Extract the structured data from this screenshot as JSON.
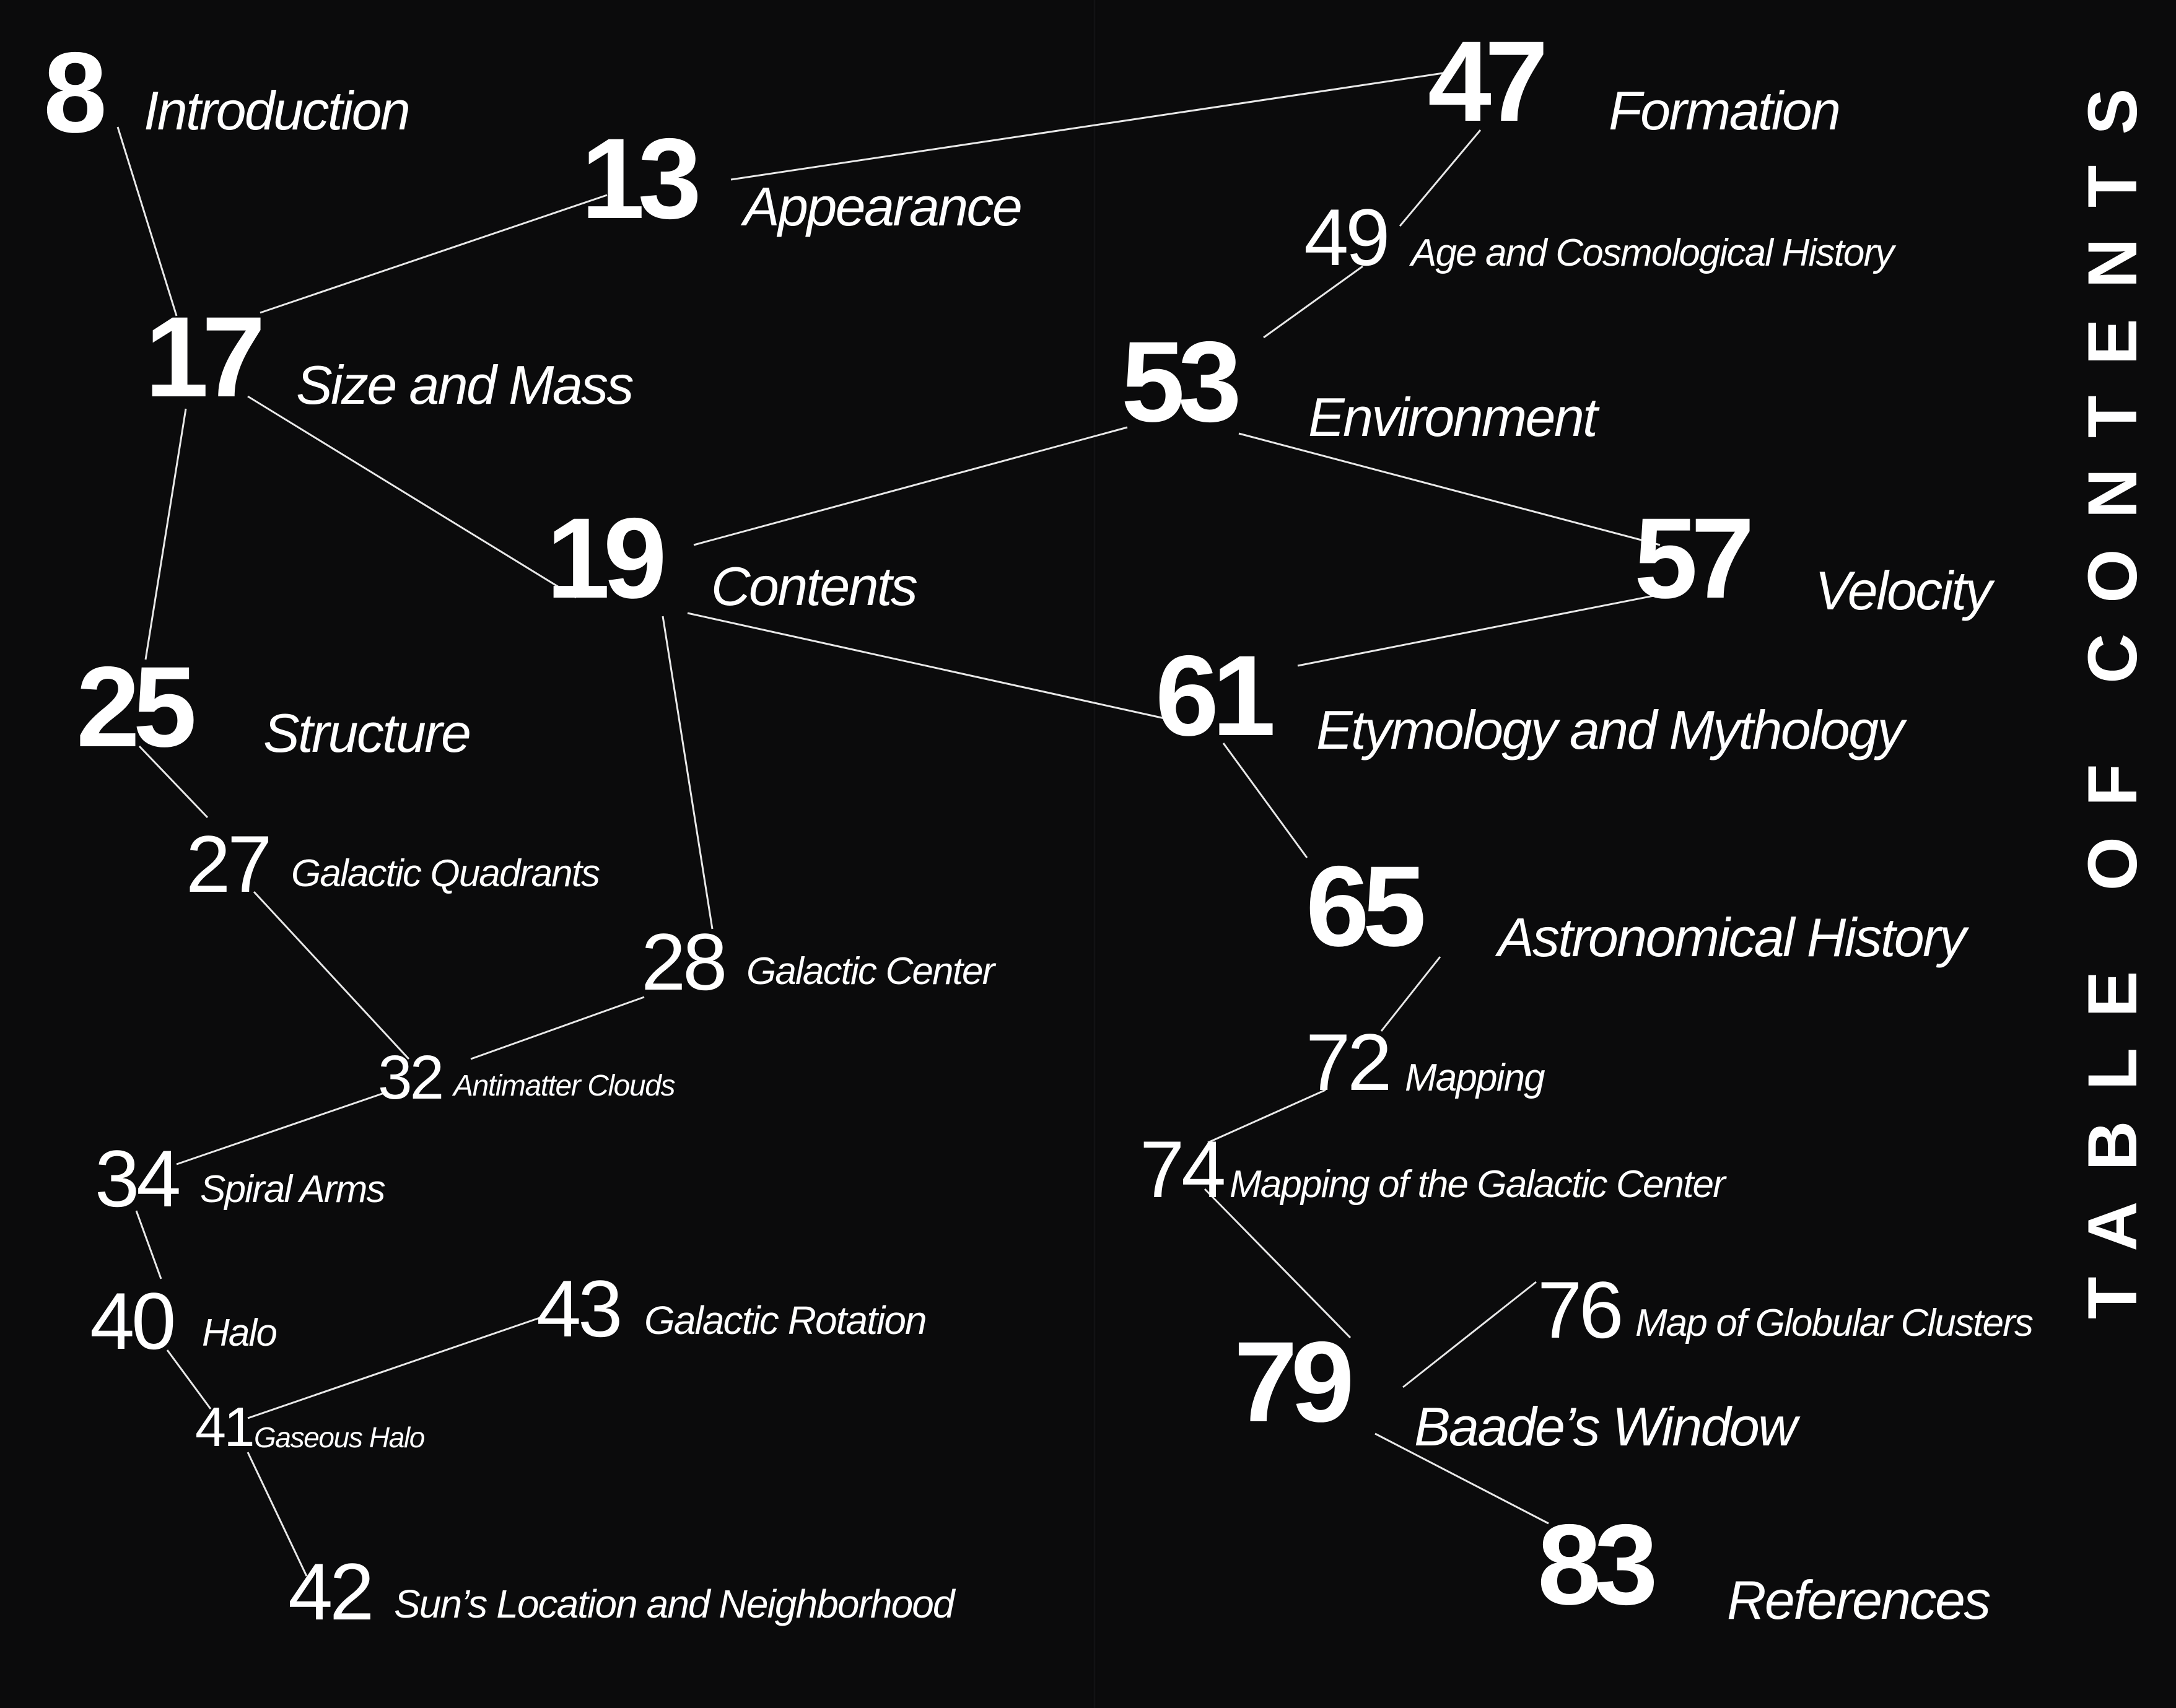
{
  "side_label": "TABLE OF CONTENTS",
  "line_color": "#e8e8e8",
  "background_color": "#0b0b0c",
  "entries": [
    {
      "id": "e8",
      "page": "8",
      "title": "Introduction"
    },
    {
      "id": "e13",
      "page": "13",
      "title": "Appearance"
    },
    {
      "id": "e17",
      "page": "17",
      "title": "Size and Mass"
    },
    {
      "id": "e19",
      "page": "19",
      "title": "Contents"
    },
    {
      "id": "e25",
      "page": "25",
      "title": "Structure"
    },
    {
      "id": "e27",
      "page": "27",
      "title": "Galactic Quadrants"
    },
    {
      "id": "e28",
      "page": "28",
      "title": "Galactic Center"
    },
    {
      "id": "e32",
      "page": "32",
      "title": "Antimatter Clouds"
    },
    {
      "id": "e34",
      "page": "34",
      "title": "Spiral Arms"
    },
    {
      "id": "e40",
      "page": "40",
      "title": "Halo"
    },
    {
      "id": "e41",
      "page": "41",
      "title": "Gaseous Halo"
    },
    {
      "id": "e42",
      "page": "42",
      "title": "Sun’s Location and Neighborhood"
    },
    {
      "id": "e43",
      "page": "43",
      "title": "Galactic Rotation"
    },
    {
      "id": "e47",
      "page": "47",
      "title": "Formation"
    },
    {
      "id": "e49",
      "page": "49",
      "title": "Age and Cosmological History"
    },
    {
      "id": "e53",
      "page": "53",
      "title": "Environment"
    },
    {
      "id": "e57",
      "page": "57",
      "title": "Velocity"
    },
    {
      "id": "e61",
      "page": "61",
      "title": "Etymology and Mythology"
    },
    {
      "id": "e65",
      "page": "65",
      "title": "Astronomical History"
    },
    {
      "id": "e72",
      "page": "72",
      "title": "Mapping"
    },
    {
      "id": "e74",
      "page": "74",
      "title": "Mapping of the Galactic Center"
    },
    {
      "id": "e76",
      "page": "76",
      "title": "Map of Globular Clusters"
    },
    {
      "id": "e79",
      "page": "79",
      "title": "Baade’s Window"
    },
    {
      "id": "e83",
      "page": "83",
      "title": "References"
    }
  ]
}
